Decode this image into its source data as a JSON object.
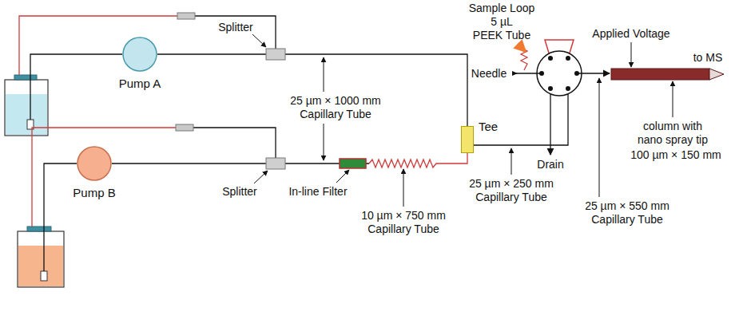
{
  "diagram": {
    "nodes": [
      {
        "text": [
          "Pump A"
        ]
      },
      {
        "text": [
          "Pump B"
        ]
      },
      {
        "text": [
          "Tee"
        ]
      }
    ],
    "edges": [
      {
        "from": 0,
        "to": 2,
        "arrow": "none"
      },
      {
        "from": 1,
        "to": 2,
        "arrow": "none"
      }
    ],
    "labels": [
      "Sample Loop",
      "5 µL",
      "PEEK Tube",
      "Applied Voltage",
      "to MS",
      "Splitter",
      "Needle",
      "25 µm × 1000 mm Capillary Tube",
      "25 µm × 250 mm Capillary Tube",
      "Drain",
      "column with nano spray tip",
      "100 µm × 150 mm",
      "25 µm × 550 mm Capillary Tube",
      "Splitter",
      "In-line Filter",
      "10 µm × 750 mm Capillary Tube"
    ]
  }
}
